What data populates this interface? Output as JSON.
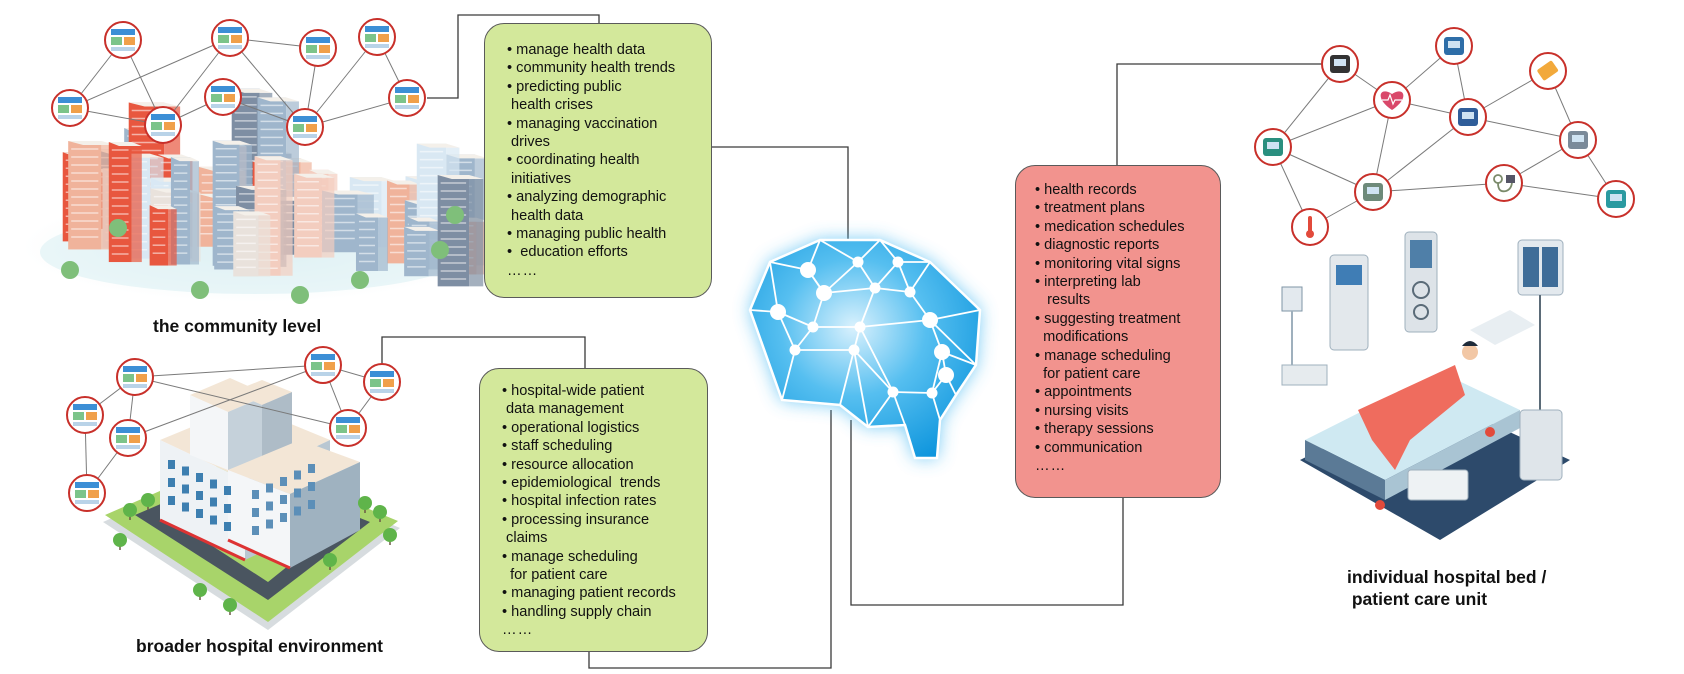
{
  "title": "AI brain connecting community, hospital and patient-unit levels",
  "colors": {
    "green_box": "#d3e89b",
    "red_box": "#f2938e",
    "node_ring": "#c8302a",
    "brain": "#1ea6e6",
    "connector": "#333333"
  },
  "center": {
    "icon": "brain-network-icon"
  },
  "community": {
    "label": "the community level",
    "illustration": "city-skyline-illustration",
    "items": [
      "• manage health data",
      "• community health trends",
      "• predicting public",
      " health crises",
      "• managing vaccination",
      " drives",
      "• coordinating health",
      " initiatives",
      "• analyzing demographic",
      " health data",
      "• managing public health",
      "•  education efforts"
    ],
    "more": "……"
  },
  "hospital": {
    "label": "broader hospital environment",
    "illustration": "hospital-building-illustration",
    "items": [
      "• hospital-wide patient",
      " data management",
      "• operational logistics",
      "• staff scheduling",
      "• resource allocation",
      "• epidemiological  trends",
      "• hospital infection rates",
      "• processing insurance",
      " claims",
      "• manage scheduling",
      "  for patient care",
      "• managing patient records",
      "• handling supply chain"
    ],
    "more": "……"
  },
  "patient_unit": {
    "label_line1": "individual hospital bed /",
    "label_line2": " patient care unit",
    "illustration": "hospital-bed-illustration",
    "items": [
      "• health records",
      "• treatment plans",
      "• medication schedules",
      "• diagnostic reports",
      "• monitoring vital signs",
      "• interpreting lab",
      "   results",
      "• suggesting treatment",
      "  modifications",
      "• manage scheduling",
      "  for patient care",
      "• appointments",
      "• nursing visits",
      "• therapy sessions",
      "• communication"
    ],
    "more": "……",
    "device_icons": [
      "medical-records-icon",
      "control-panel-icon",
      "heart-rate-icon",
      "pill-box-icon",
      "patient-monitor-icon",
      "blood-pressure-monitor-icon",
      "medical-scale-icon",
      "nebulizer-icon",
      "stethoscope-icon",
      "infusion-pump-icon",
      "thermometer-icon"
    ]
  }
}
